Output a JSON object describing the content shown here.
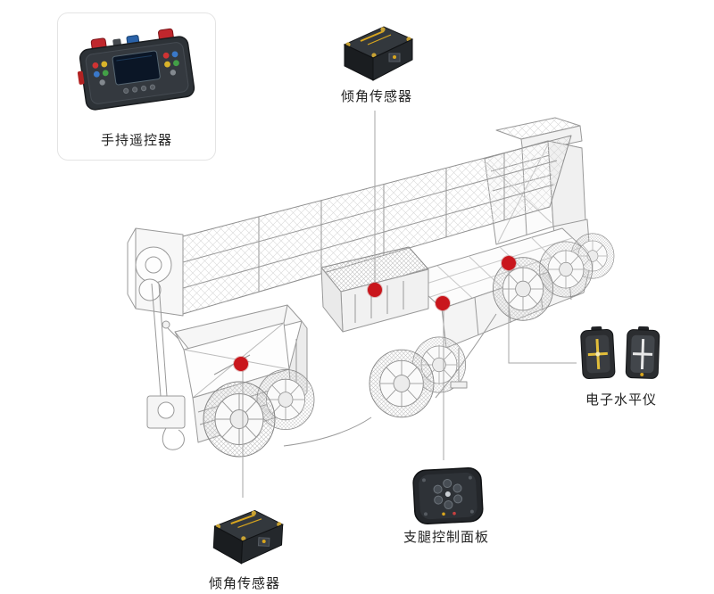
{
  "callouts": [
    {
      "id": "handheld-remote",
      "label": "手持遥控器"
    },
    {
      "id": "tilt-sensor-top",
      "label": "倾角传感器"
    },
    {
      "id": "electronic-level",
      "label": "电子水平仪"
    },
    {
      "id": "outrigger-control-panel",
      "label": "支腿控制面板"
    },
    {
      "id": "tilt-sensor-bottom",
      "label": "倾角传感器"
    }
  ],
  "colors": {
    "background": "#ffffff",
    "marker_red": "#c9161c",
    "connector_line": "#a5a5a5",
    "callout_border": "#e4e4e4",
    "label_text": "#222222",
    "device_body_dark": "#2b2f33",
    "device_accent_yellow": "#d9a61e"
  }
}
